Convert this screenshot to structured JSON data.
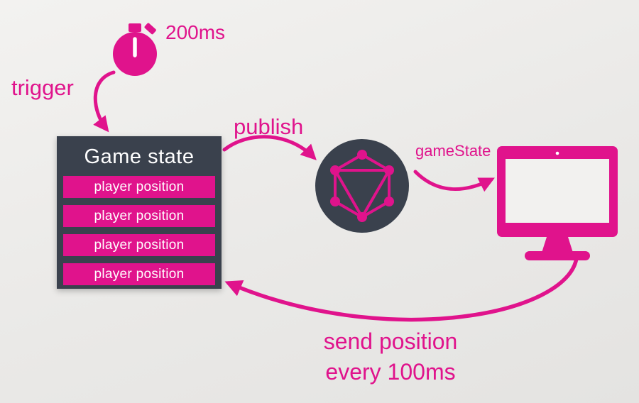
{
  "colors": {
    "accent": "#e0138c",
    "panel_dark": "#3a414d",
    "background": "#ecebe9",
    "text_on_dark": "#ffffff"
  },
  "timer": {
    "icon": "stopwatch-icon",
    "label": "200ms"
  },
  "labels": {
    "trigger": "trigger",
    "publish": "publish",
    "game_state_event": "gameState",
    "send_position_line1": "send position",
    "send_position_line2": "every 100ms"
  },
  "game_state_box": {
    "title": "Game state",
    "rows": [
      "player position",
      "player position",
      "player position",
      "player position"
    ]
  },
  "icons": {
    "stopwatch": "stopwatch-icon",
    "graphql": "graphql-logo-icon",
    "monitor": "monitor-icon"
  }
}
